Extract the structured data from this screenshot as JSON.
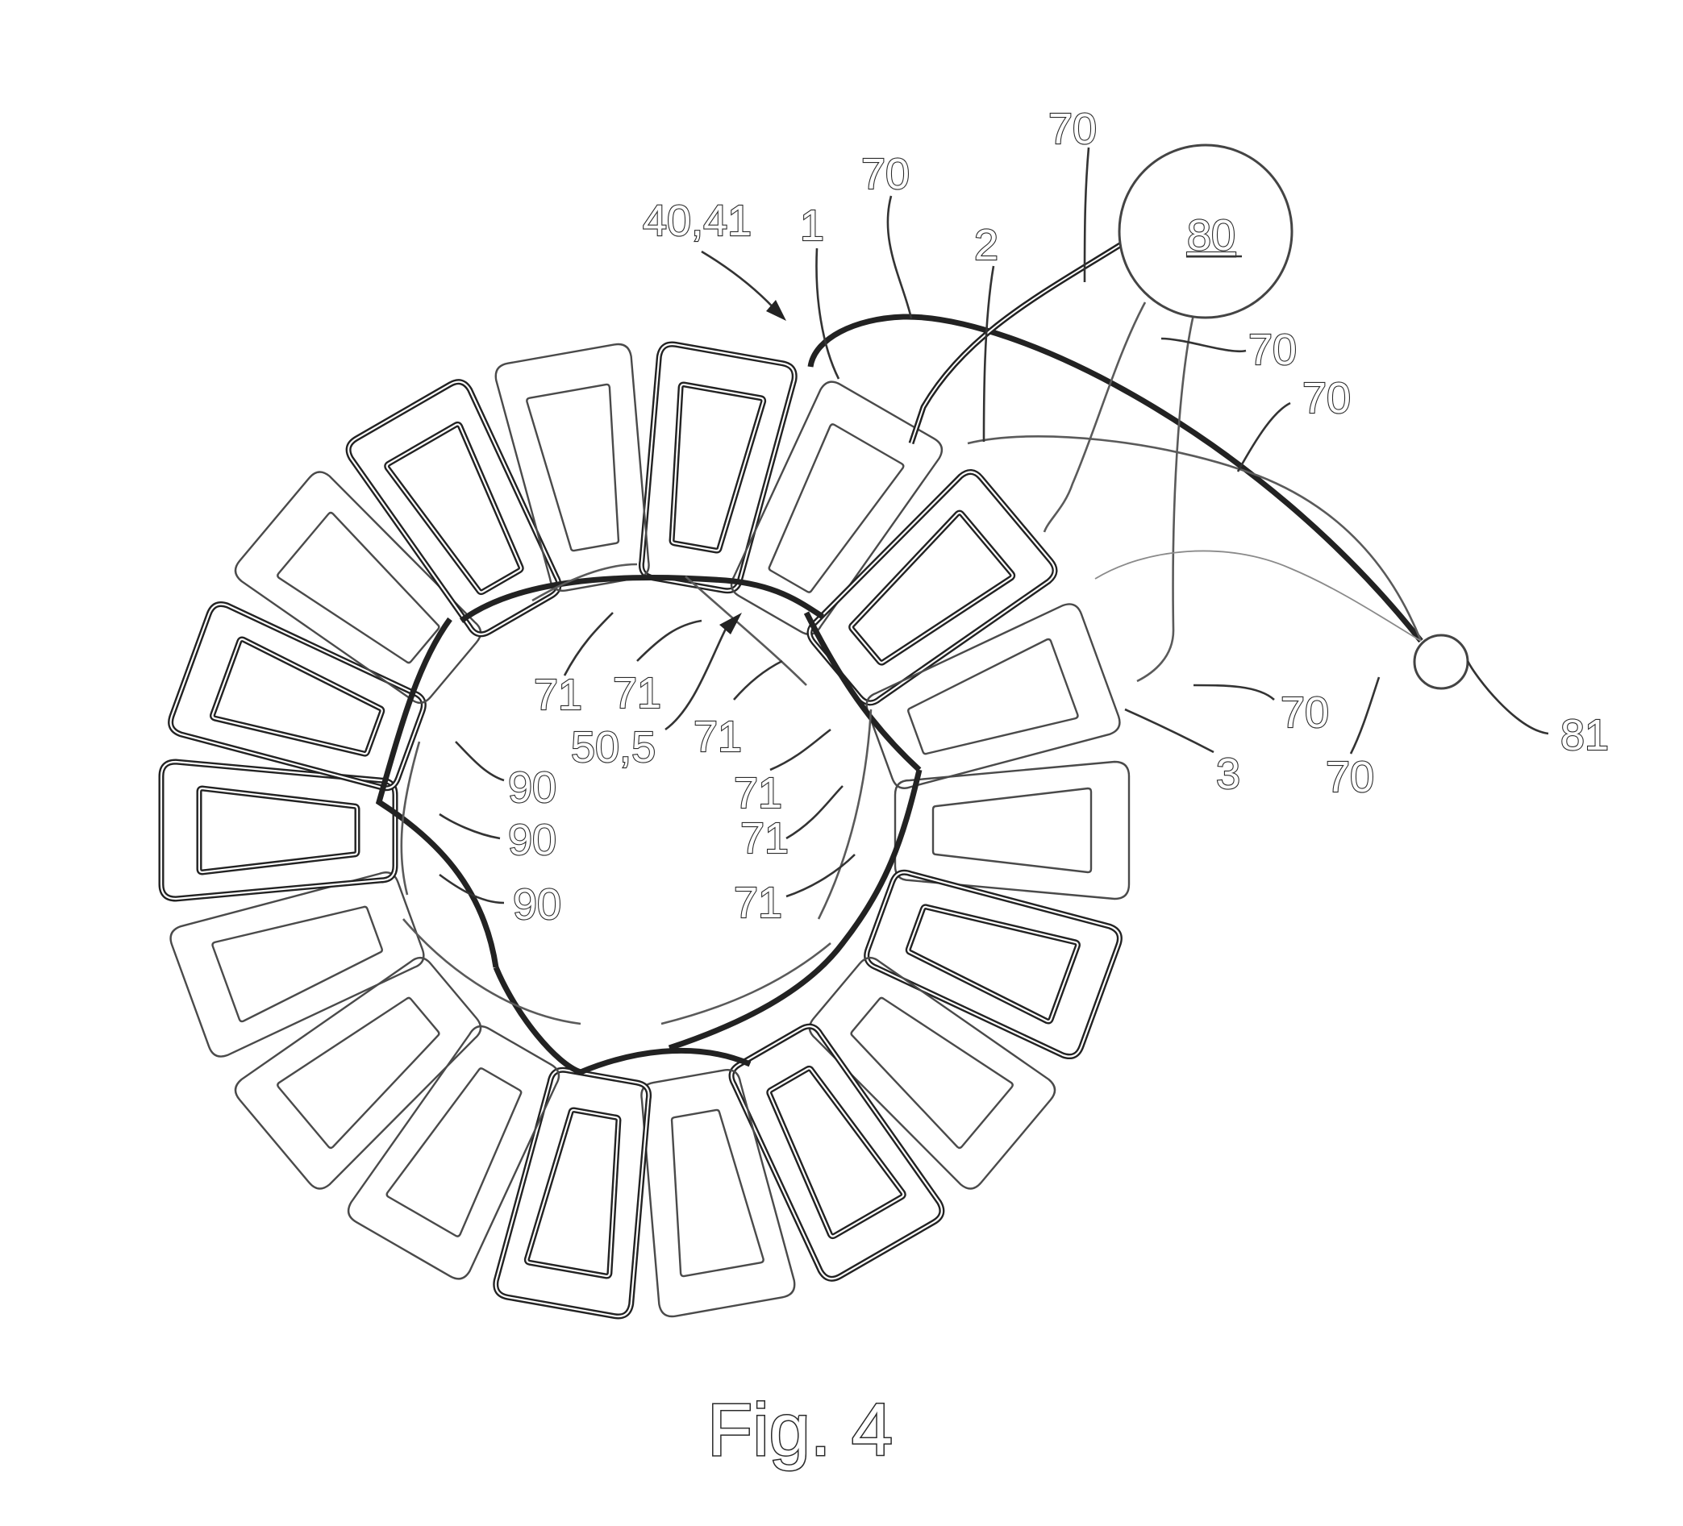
{
  "figure": {
    "caption": "Fig. 4",
    "labels": {
      "assembly": "40,41",
      "coil_1": "1",
      "coil_2": "2",
      "coil_3": "3",
      "core": "50,5",
      "unit_80": "80",
      "unit_81": "81",
      "conductor": "70",
      "connection": "71",
      "bridge": "90"
    }
  }
}
